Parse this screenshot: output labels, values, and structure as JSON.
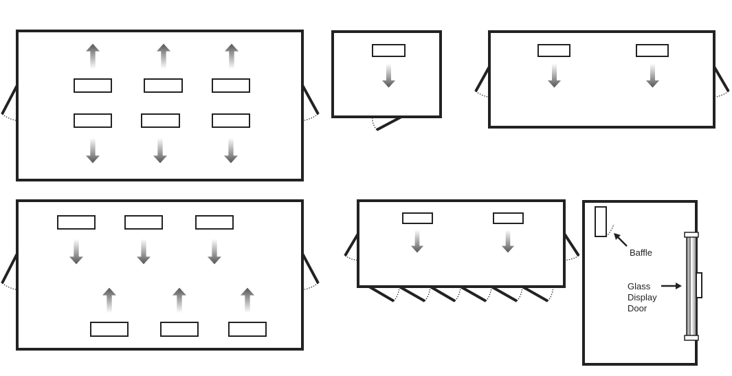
{
  "labels": {
    "baffle": "Baffle",
    "glass_door_line1": "Glass",
    "glass_door_line2": "Display",
    "glass_door_line3": "Door"
  },
  "colors": {
    "stroke": "#222222",
    "arrow_dark": "#555555",
    "arrow_light": "#ffffff"
  },
  "icons": {
    "airflow": "airflow-arrow-icon",
    "door": "door-icon"
  }
}
